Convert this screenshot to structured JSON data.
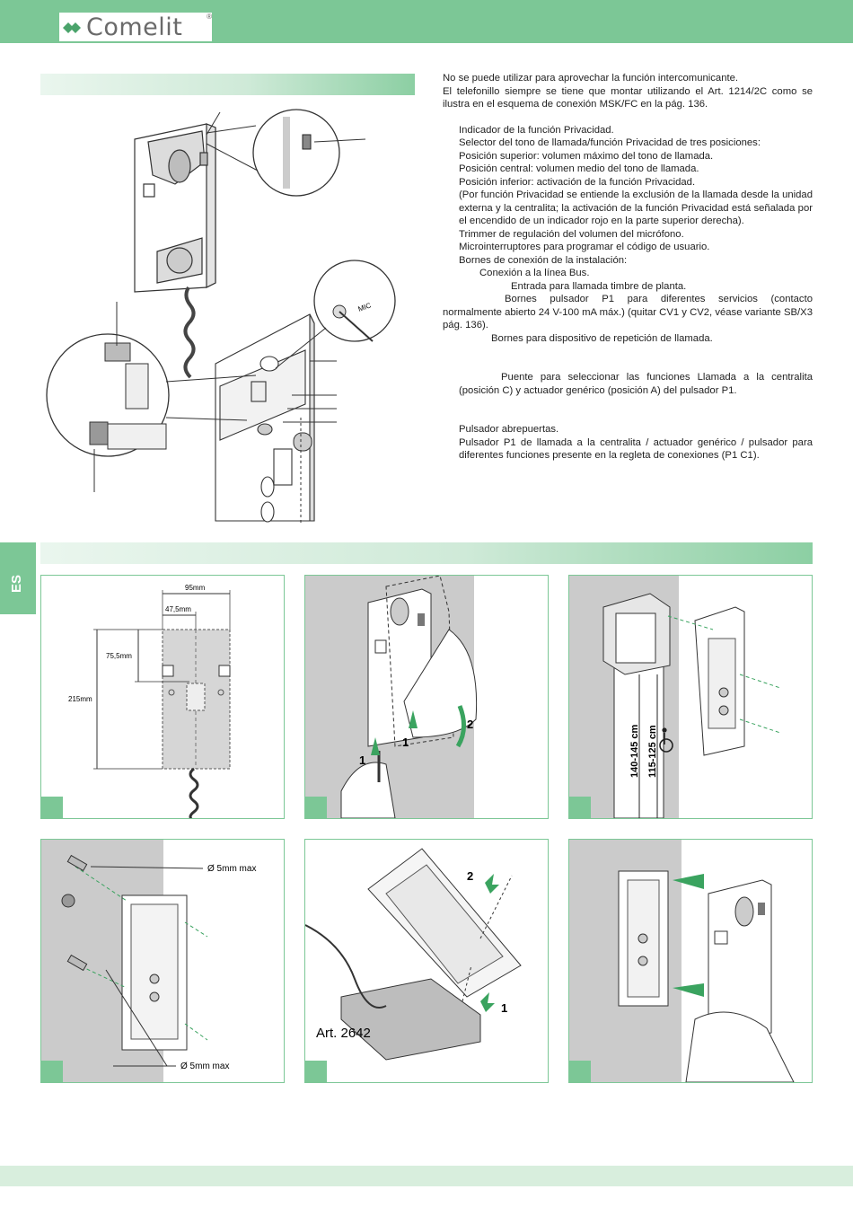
{
  "header": {
    "brand": "Comelit",
    "brand_mark": "®",
    "color": "#7cc796"
  },
  "sidebar_tab": {
    "label": "ES"
  },
  "description": {
    "lines": [
      "No se puede utilizar para aprovechar la función intercomunicante.",
      "El telefonillo siempre se tiene que montar utilizando el Art. 1214/2C como se ilustra en el esquema de conexión MSK/FC en la pág. 136.",
      "Indicador de la función Privacidad.",
      "Selector del tono de llamada/función Privacidad de tres posiciones:",
      "Posición superior: volumen máximo del tono de llamada.",
      "Posición central: volumen medio del tono de llamada.",
      "Posición inferior: activación de la función Privacidad.",
      "(Por función Privacidad se entiende la exclusión de la llamada desde la unidad externa y la centralita; la activación de la función Privacidad está señalada por el encendido de un indicador rojo en la parte superior derecha).",
      "Trimmer de regulación del volumen del micrófono.",
      "Microinterruptores para programar el código de usuario.",
      "Bornes de conexión de la instalación:",
      "Conexión a la línea Bus.",
      "Entrada para llamada timbre de planta.",
      "Bornes pulsador P1 para diferentes servicios (contacto normalmente abierto 24 V-100 mA máx.) (quitar CV1 y CV2, véase variante SB/X3 pág. 136).",
      "Bornes para dispositivo de repetición de llamada.",
      "Puente para seleccionar las funciones Llamada a la centralita (posición C) y actuador genérico (posición A) del pulsador P1.",
      "Pulsador abrepuertas.",
      "Pulsador P1 de llamada a la centralita / actuador genérico / pulsador para diferentes funciones presente en la regleta de conexiones (P1 C1)."
    ]
  },
  "detail_figure": {
    "trimmer_label": "MIC"
  },
  "panels": {
    "dimensions": {
      "width_total": "95mm",
      "width_half": "47,5mm",
      "height_top": "75,5mm",
      "height_total": "215mm"
    },
    "opening": {
      "step1": "1",
      "step2": "2"
    },
    "height": {
      "range_standard": "140-145 cm",
      "range_accessible": "115-125 cm"
    },
    "wall_plugs": {
      "hole_top": "Ø 5mm max",
      "hole_bottom": "Ø 5mm max"
    },
    "base": {
      "article": "Art. 2642",
      "step1": "1",
      "step2": "2"
    }
  }
}
